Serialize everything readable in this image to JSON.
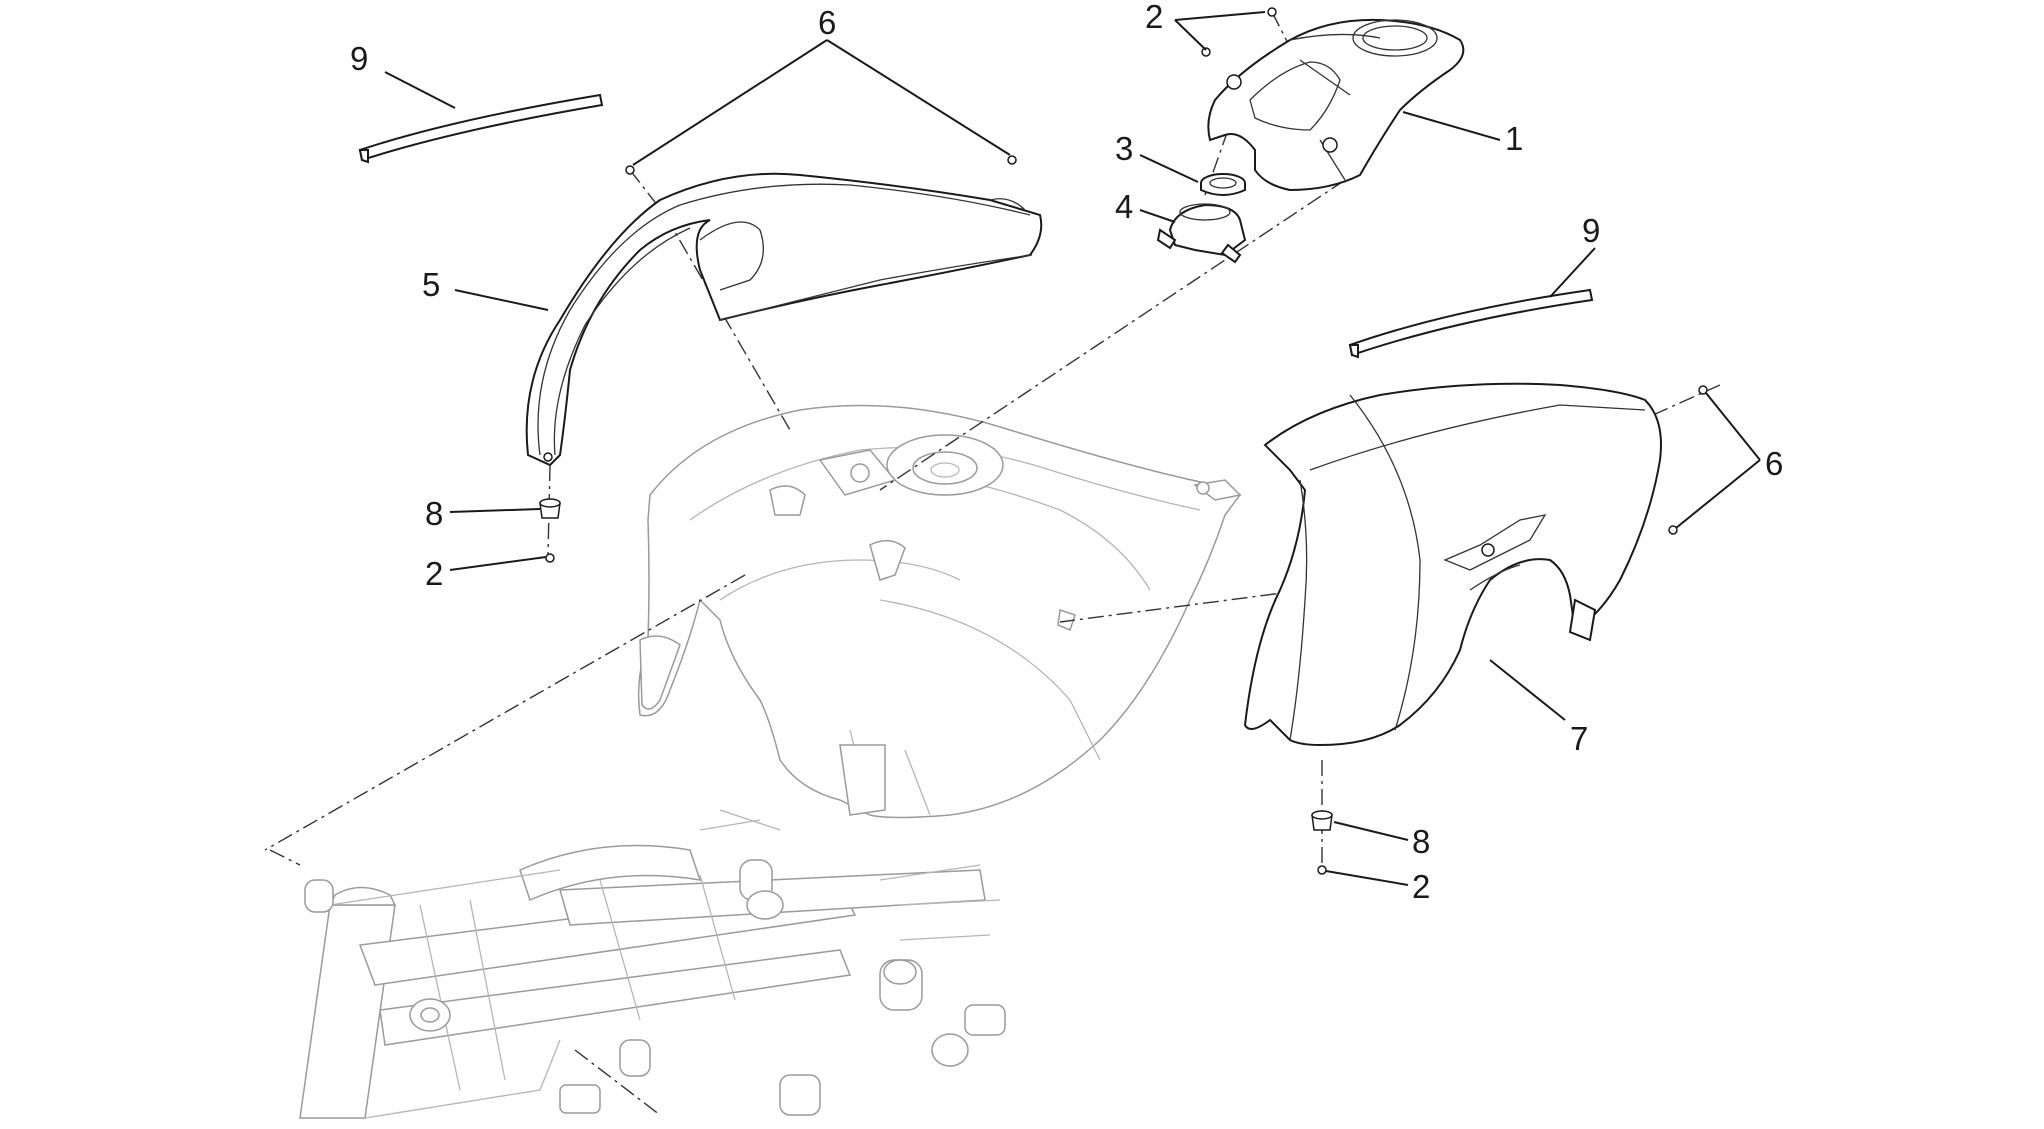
{
  "diagram": {
    "callouts": {
      "c1": "1",
      "c2_top": "2",
      "c2_left": "2",
      "c2_right": "2",
      "c3": "3",
      "c4": "4",
      "c5": "5",
      "c6_top": "6",
      "c6_right": "6",
      "c7": "7",
      "c8_left": "8",
      "c8_right": "8",
      "c9_left": "9",
      "c9_right": "9"
    }
  }
}
